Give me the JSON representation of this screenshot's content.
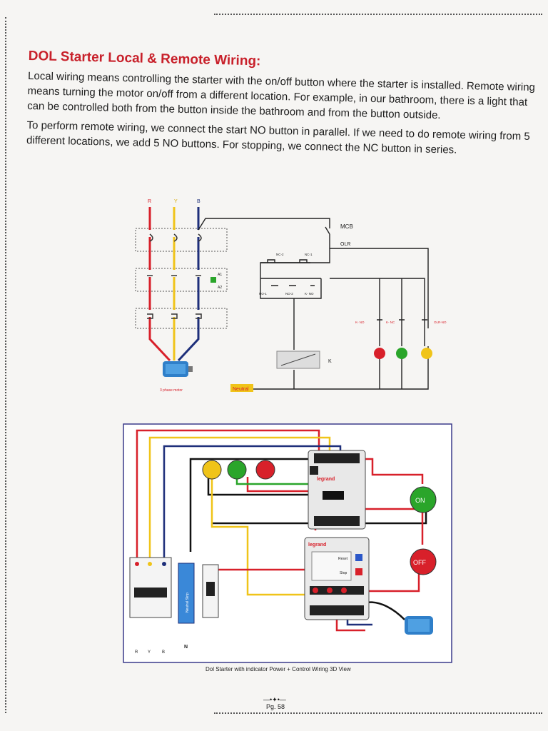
{
  "title": "DOL Starter Local & Remote Wiring:",
  "paragraphs": [
    "Local wiring means controlling the starter with the on/off button where the starter is installed. Remote wiring means turning the motor on/off from a different location. For example, in our bathroom, there is a light that can be controlled both from the button inside the bathroom and from the button outside.",
    "To perform remote wiring, we connect the start NO button in parallel. If we need to do remote wiring from 5 different locations, we add 5 NO buttons. For stopping, we connect the NC button in series."
  ],
  "schematic": {
    "phases": [
      "R",
      "Y",
      "B"
    ],
    "mcb": "MCB",
    "olr": "OLR",
    "nc1": "NC-1",
    "nc2": "NC-2",
    "no1": "NO-1",
    "no2": "NO-2",
    "kno": "K- NO",
    "kno_right": "K- NO",
    "knc": "K- NC",
    "olrno": "OLR-NO",
    "coil": "K",
    "a1": "A1",
    "a2": "A2",
    "neutral": "Neutral",
    "motor": "3 phase motor"
  },
  "wiring3d": {
    "brand": "legrand",
    "on": "ON",
    "off": "OFF",
    "reset": "Reset",
    "stop": "Stop",
    "neutral_strip": "Neutral Strip",
    "labels_bottom": [
      "R",
      "Y",
      "B"
    ],
    "n_label": "N"
  },
  "caption": "Dol Starter with indicator Power + Control Wiring 3D View",
  "ornament": "—•✦•—",
  "page_number": "Pg. 58",
  "colors": {
    "title": "#c8202a",
    "red": "#d8202a",
    "yellow": "#f0c419",
    "blue": "#1e2f7a",
    "green": "#2aa52a"
  }
}
